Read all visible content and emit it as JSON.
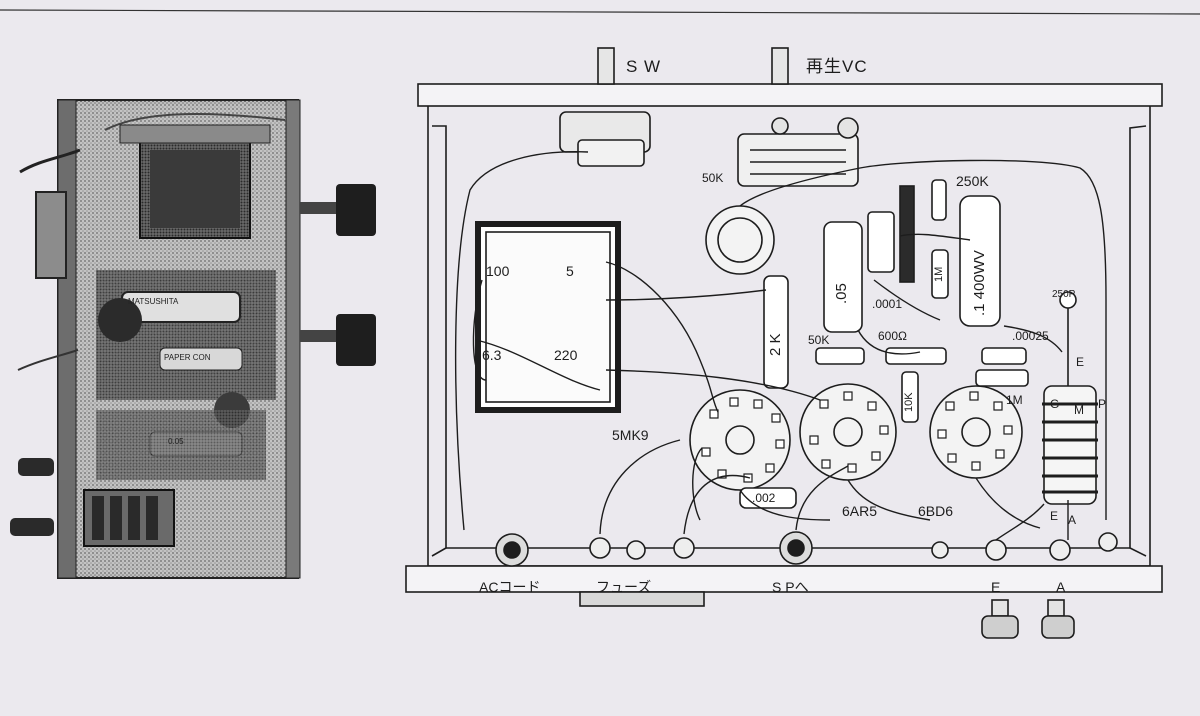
{
  "diagram": {
    "panel_labels": {
      "sw": "S W",
      "playback_vc": "再生VC",
      "ac_cord": "ACコード",
      "fuse": "フューズ",
      "speaker": "S Pへ",
      "terminal_e": "E",
      "terminal_a": "A"
    },
    "tubes": {
      "rectifier": "5MK9",
      "output": "6AR5",
      "detector": "6BD6"
    },
    "transformer": {
      "tap_100": "100",
      "tap_5": "5",
      "tap_6_3": "6.3",
      "tap_220": "220"
    },
    "components": {
      "r_50k_top": "50K",
      "r_250k": "250K",
      "c_05": ".05",
      "c_0001": ".0001",
      "c_1_400wv": ".1 400WV",
      "r_2k": "2 K",
      "r_50k_mid": "50K",
      "r_600": "600Ω",
      "c_00025": ".00025",
      "c_250p": "250P",
      "r_1m_a": "1M",
      "r_1m_b": "1M",
      "r_10k": "10K",
      "c_002": ".002"
    },
    "coil_pins": {
      "e_top": "E",
      "g": "G",
      "m": "M",
      "p": "P",
      "e_bottom": "E",
      "a": "A"
    },
    "photo_text": {
      "cap_label_1": "MATSUSHITA",
      "cap_label_2": "PAPER CON",
      "cap_label_3": "0.05"
    },
    "colors": {
      "paper": "#ebe9ee",
      "ink": "#1d1d1d",
      "photo_dark": "#262626",
      "photo_mid": "#8a8a8a"
    }
  }
}
